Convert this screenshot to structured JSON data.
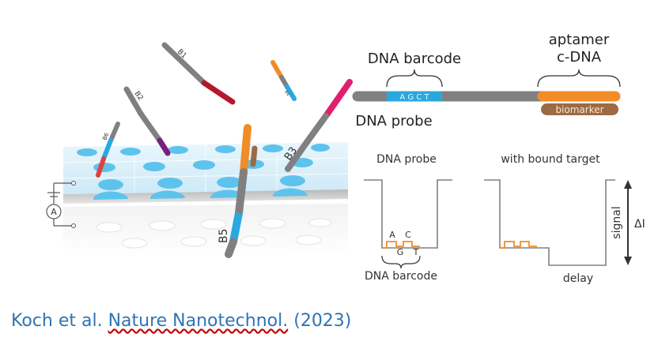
{
  "strands": {
    "b1": "B1",
    "b2": "B2",
    "b3": "B3",
    "b5": "B5",
    "b6": "B6",
    "b_small": "B4"
  },
  "probe": {
    "barcode_label": "DNA barcode",
    "barcode_seq": "A G C T",
    "aptamer_label_1": "aptamer",
    "aptamer_label_2": "c-DNA",
    "biomarker": "biomarker",
    "probe_label": "DNA probe"
  },
  "trace_left": {
    "title": "DNA probe",
    "letter_a": "A",
    "letter_c": "C",
    "letter_g": "G",
    "letter_t": "T",
    "barcode_label": "DNA barcode"
  },
  "trace_right": {
    "title": "with bound target",
    "delay_label": "delay",
    "signal_label": "signal",
    "delta_label": "ΔI"
  },
  "ammeter": "A",
  "citation": {
    "authors": "Koch et al.",
    "journal": "Nature Nanotechnol.",
    "year": "(2023)"
  },
  "colors": {
    "strand_gray": "#808080",
    "barcode_blue": "#29a8e0",
    "aptamer_orange": "#f28c28",
    "biomarker_brown": "#9c6b43",
    "b1_red": "#b5172b",
    "b2_purple": "#7a1f7a",
    "b3_pink": "#e0206c",
    "citation_blue": "#2e74b5"
  }
}
